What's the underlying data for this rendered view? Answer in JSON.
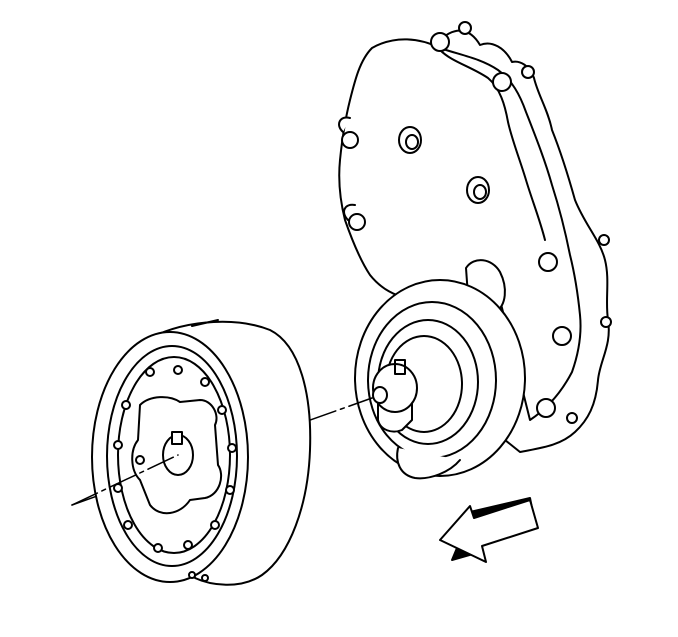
{
  "diagram": {
    "parts": [
      {
        "id": "front-cover",
        "label": ""
      },
      {
        "id": "crankshaft-balancer",
        "label": ""
      },
      {
        "id": "crankshaft-nose",
        "label": ""
      },
      {
        "id": "install-direction-arrow",
        "label": ""
      }
    ],
    "colors": {
      "ink": "#000000",
      "paper": "#ffffff"
    },
    "view": "exploded-installation"
  }
}
